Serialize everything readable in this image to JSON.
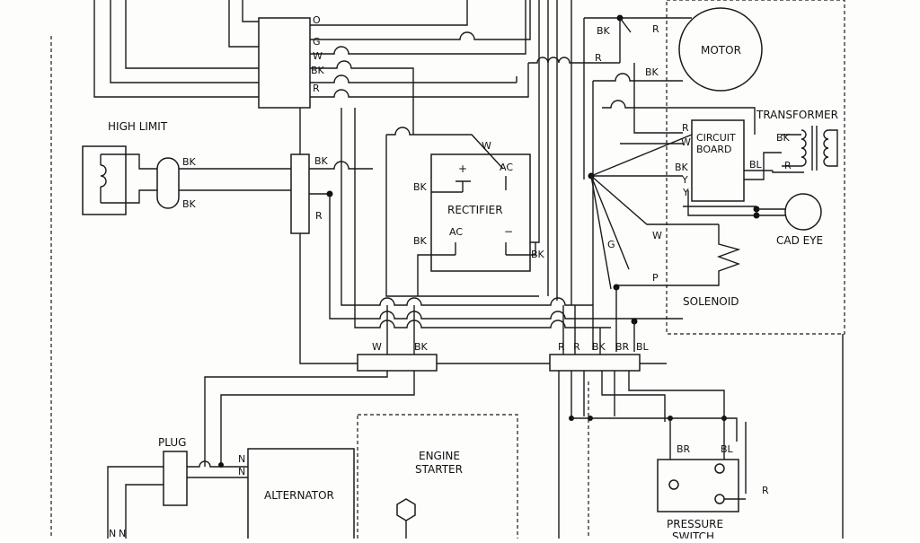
{
  "components": {
    "motor": "MOTOR",
    "transformer": "TRANSFORMER",
    "circuit_board": [
      "CIRCUIT",
      "BOARD"
    ],
    "high_limit": "HIGH LIMIT",
    "rectifier": "RECTIFIER",
    "cad_eye": "CAD EYE",
    "solenoid": "SOLENOID",
    "plug": "PLUG",
    "alternator": "ALTERNATOR",
    "engine_starter": [
      "ENGINE",
      "STARTER"
    ],
    "pressure_switch": [
      "PRESSURE",
      "SWITCH"
    ]
  },
  "wire_labels": {
    "switch_block": [
      "O",
      "G",
      "W",
      "BK",
      "R"
    ],
    "high_limit_bk_top": "BK",
    "high_limit_bk_bottom": "BK",
    "terminal_bk": "BK",
    "terminal_r": "R",
    "rectifier_w": "W",
    "rectifier_bk_top": "BK",
    "rectifier_bk_left": "BK",
    "rectifier_bk_right": "BK",
    "rectifier_plus": "+",
    "rectifier_ac_top": "AC",
    "rectifier_ac_bottom": "AC",
    "rectifier_minus": "−",
    "motor_bk_top": "BK",
    "motor_r_top": "R",
    "motor_r_mid": "R",
    "motor_bk_mid": "BK",
    "board_r": "R",
    "board_w": "W",
    "board_bk": "BK",
    "board_y": "Y",
    "board_bl": "BL",
    "xfmr_bk": "BK",
    "xfmr_r": "R",
    "g_wire": "G",
    "solenoid_w": "W",
    "solenoid_p": "P",
    "lower_left_w": "W",
    "lower_left_bk": "BK",
    "lower_right": [
      "R",
      "R",
      "BK",
      "BR",
      "BL"
    ],
    "plug_n_top": "N",
    "plug_n_bottom": "N",
    "plug_n_left_1": "N",
    "plug_n_left_2": "N",
    "ps_br": "BR",
    "ps_bl": "BL",
    "ps_r": "R"
  }
}
